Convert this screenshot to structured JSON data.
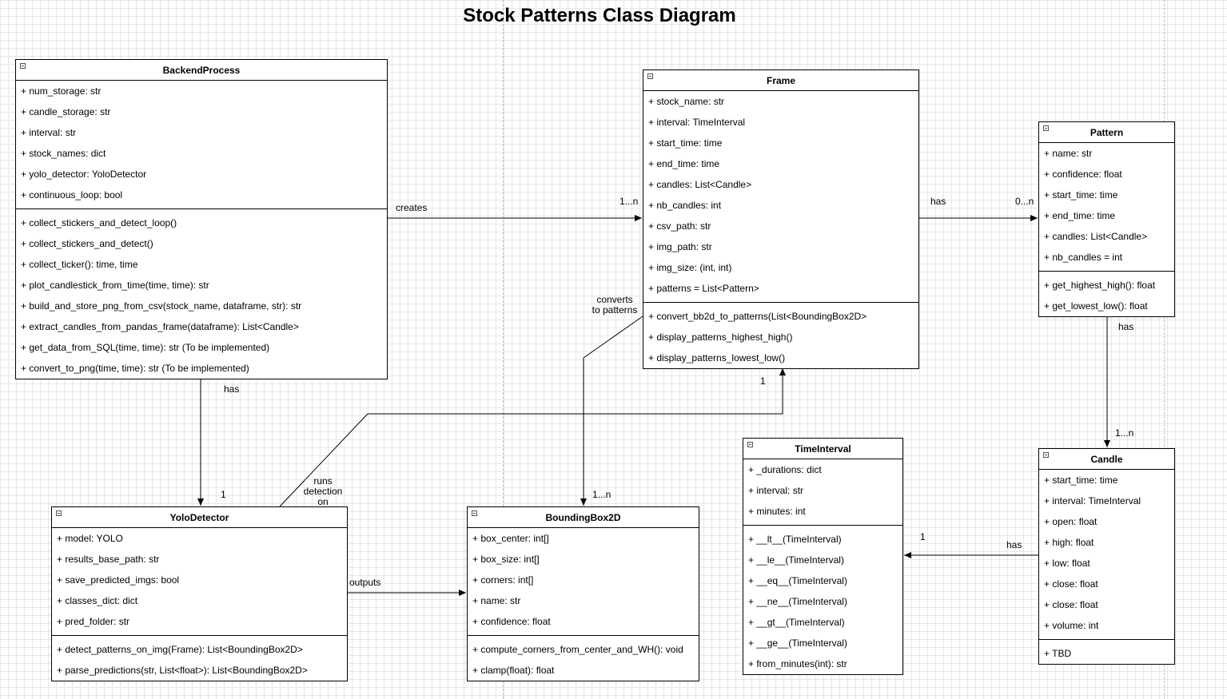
{
  "diagram": {
    "title": "Stock Patterns Class Diagram"
  },
  "classes": {
    "backend_process": {
      "name": "BackendProcess",
      "attributes": [
        "+ num_storage: str",
        "+ candle_storage: str",
        "+ interval: str",
        "+ stock_names: dict",
        "+ yolo_detector: YoloDetector",
        "+ continuous_loop: bool"
      ],
      "methods": [
        "+ collect_stickers_and_detect_loop()",
        "+ collect_stickers_and_detect()",
        "+ collect_ticker(): time, time",
        "+ plot_candlestick_from_time(time, time): str",
        "+ build_and_store_png_from_csv(stock_name, dataframe, str): str",
        "+ extract_candles_from_pandas_frame(dataframe): List<Candle>",
        "+ get_data_from_SQL(time, time): str (To be implemented)",
        "+ convert_to_png(time, time): str (To be implemented)"
      ]
    },
    "frame": {
      "name": "Frame",
      "attributes": [
        "+ stock_name: str",
        "+ interval: TimeInterval",
        "+ start_time: time",
        "+ end_time: time",
        "+ candles: List<Candle>",
        "+ nb_candles: int",
        "+ csv_path: str",
        "+ img_path: str",
        "+ img_size: (int, int)",
        "+ patterns = List<Pattern>"
      ],
      "methods": [
        "+ convert_bb2d_to_patterns(List<BoundingBox2D>",
        "+ display_patterns_highest_high()",
        "+ display_patterns_lowest_low()"
      ]
    },
    "pattern": {
      "name": "Pattern",
      "attributes": [
        "+ name: str",
        "+ confidence: float",
        "+ start_time: time",
        "+ end_time: time",
        "+ candles: List<Candle>",
        "+ nb_candles = int"
      ],
      "methods": [
        "+ get_highest_high(): float",
        "+ get_lowest_low(): float"
      ]
    },
    "yolo_detector": {
      "name": "YoloDetector",
      "attributes": [
        "+ model: YOLO",
        "+ results_base_path: str",
        "+ save_predicted_imgs: bool",
        "+ classes_dict: dict",
        "+ pred_folder: str"
      ],
      "methods": [
        "+ detect_patterns_on_img(Frame): List<BoundingBox2D>",
        "+ parse_predictions(str, List<float>):  List<BoundingBox2D>"
      ]
    },
    "bounding_box_2d": {
      "name": "BoundingBox2D",
      "attributes": [
        "+ box_center: int[]",
        "+ box_size: int[]",
        "+ corners: int[]",
        "+ name: str",
        "+ confidence: float"
      ],
      "methods": [
        "+ compute_corners_from_center_and_WH(): void",
        "+ clamp(float): float"
      ]
    },
    "time_interval": {
      "name": "TimeInterval",
      "attributes": [
        "+ _durations: dict",
        "+ interval: str",
        "+ minutes: int"
      ],
      "methods": [
        "+ __lt__(TimeInterval)",
        "+ __le__(TimeInterval)",
        "+ __eq__(TimeInterval)",
        "+ __ne__(TimeInterval)",
        "+ __gt__(TimeInterval)",
        "+ __ge__(TimeInterval)",
        "+ from_minutes(int): str"
      ]
    },
    "candle": {
      "name": "Candle",
      "attributes": [
        "+ start_time: time",
        "+ interval: TimeInterval",
        "+ open: float",
        "+ high: float",
        "+ low: float",
        "+ close: float",
        "+ close: float",
        "+ volume: int"
      ],
      "methods": [
        "+ TBD"
      ]
    }
  },
  "relationships": {
    "backend_creates_frame": {
      "label": "creates",
      "target_multiplicity": "1...n"
    },
    "frame_has_pattern": {
      "label": "has",
      "target_multiplicity": "0...n"
    },
    "backend_has_yolo": {
      "label": "has",
      "target_multiplicity": "1"
    },
    "frame_converts_bbox": {
      "label": "converts\nto patterns",
      "target_multiplicity": "1...n"
    },
    "yolo_runs_on_frame": {
      "label": "runs\ndetection\non",
      "target_multiplicity": "1"
    },
    "yolo_outputs_bbox": {
      "label": "outputs"
    },
    "pattern_has_candle": {
      "label": "has",
      "target_multiplicity": "1...n"
    },
    "candle_has_timeinterval": {
      "label": "has",
      "target_multiplicity": "1"
    }
  }
}
